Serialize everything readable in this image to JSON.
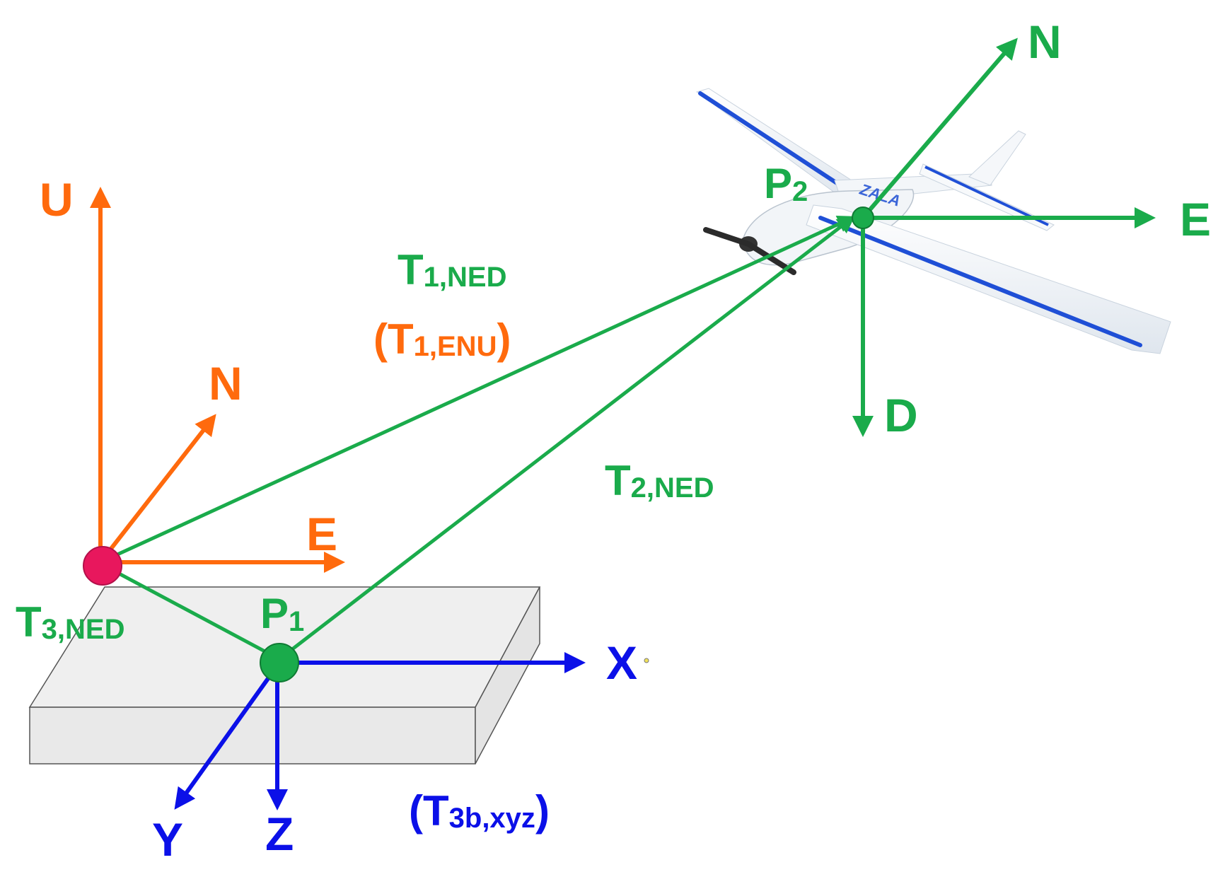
{
  "colors": {
    "green": "#1aab4b",
    "orange": "#ff6a0d",
    "blue": "#0b10e8",
    "magenta": "#e8175d",
    "box_fill": "#efefef",
    "box_stroke": "#555555"
  },
  "enu_frame": {
    "axis_up": "U",
    "axis_north": "N",
    "axis_east": "E"
  },
  "aircraft_frame": {
    "point": "P",
    "point_sub": "2",
    "axis_north": "N",
    "axis_east": "E",
    "axis_down": "D"
  },
  "ground_frame": {
    "point": "P",
    "point_sub": "1",
    "axis_x": "X",
    "axis_y": "Y",
    "axis_z": "Z"
  },
  "vectors": {
    "t1": {
      "main": "T",
      "sub": "1,NED"
    },
    "t1_enu": {
      "open": "(",
      "main": "T",
      "sub": "1,ENU",
      "close": ")"
    },
    "t2": {
      "main": "T",
      "sub": "2,NED"
    },
    "t3": {
      "main": "T",
      "sub": "3,NED"
    },
    "t3b": {
      "open": "(",
      "main": "T",
      "sub": "3b,xyz",
      "close": ")"
    }
  },
  "aircraft_image": {
    "icon": "fixed-wing-uav-icon",
    "fuselage_text": "ZALA"
  }
}
